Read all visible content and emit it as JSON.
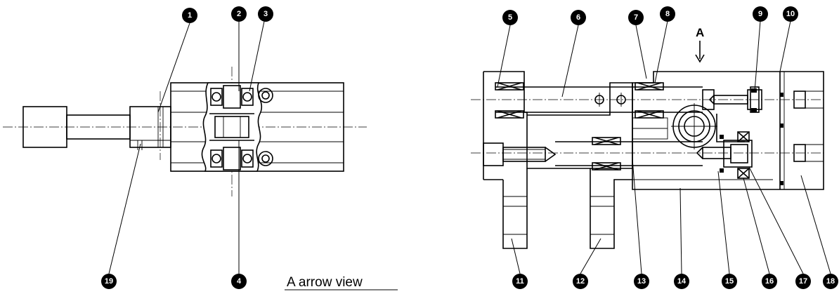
{
  "caption": "A arrow view",
  "arrow_label": "A",
  "balloons": [
    "1",
    "2",
    "3",
    "4",
    "5",
    "6",
    "7",
    "8",
    "9",
    "10",
    "11",
    "12",
    "13",
    "14",
    "15",
    "16",
    "17",
    "18",
    "19"
  ],
  "colors": {
    "line": "#000000",
    "background": "#ffffff"
  }
}
